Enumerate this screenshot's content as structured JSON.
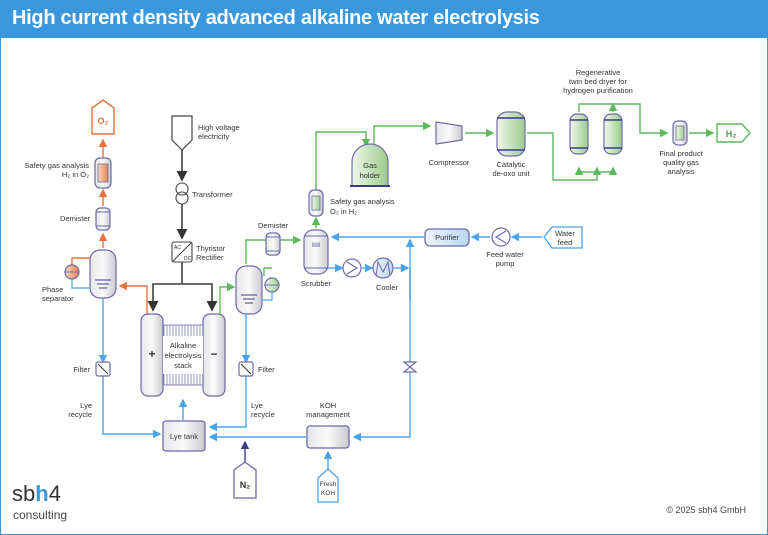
{
  "header": {
    "title": "High current density advanced alkaline water electrolysis"
  },
  "colors": {
    "header_bg": "#3b97dc",
    "oxygen_line": "#e8733a",
    "hydrogen_line": "#5cb85c",
    "lye_line": "#4aa3e8",
    "power_line": "#444444",
    "vessel_outline": "#6b6ba8"
  },
  "labels": {
    "o2": "O₂",
    "safety_o2": [
      "Safety gas analysis",
      "H₂ in O₂"
    ],
    "demister_left": "Demister",
    "phase_separator": [
      "Phase",
      "separator"
    ],
    "filter_left": "Filter",
    "lye_recycle_left": [
      "Lye",
      "recycle"
    ],
    "hv_electricity": [
      "High voltage",
      "electricity"
    ],
    "transformer": "Transformer",
    "rectifier": [
      "Thyristor",
      "Rectifier"
    ],
    "ac": "AC",
    "dc": "DC",
    "stack": [
      "Alkaline",
      "electrolysis",
      "stack"
    ],
    "plus": "+",
    "minus": "−",
    "demister_right": "Demister",
    "filter_right": "Filter",
    "lye_recycle_right": [
      "Lye",
      "recycle"
    ],
    "lye_tank": "Lye tank",
    "n2": "N₂",
    "koh_management": [
      "KOH",
      "management"
    ],
    "fresh_koh": [
      "Fresh",
      "KOH"
    ],
    "scrubber": "Scrubber",
    "cooler": "Cooler",
    "safety_h2": [
      "Safety gas analysis",
      "O₂ in H₂"
    ],
    "gas_holder": [
      "Gas",
      "holder"
    ],
    "compressor": "Compressor",
    "deoxo": [
      "Catalytic",
      "de-oxo unit"
    ],
    "dryer": [
      "Regenerative",
      "twin bed dryer for",
      "hydrogen purification"
    ],
    "final_analysis": [
      "Final product",
      "quality gas",
      "analysis"
    ],
    "h2": "H₂",
    "purifier": "Purifier",
    "feed_pump": [
      "Feed water",
      "pump"
    ],
    "water_feed": [
      "Water",
      "feed"
    ]
  },
  "footer": {
    "logo_main_1": "sb",
    "logo_main_h": "h",
    "logo_main_2": "4",
    "logo_sub": "consulting",
    "copyright": "© 2025 sbh4 GmbH"
  }
}
